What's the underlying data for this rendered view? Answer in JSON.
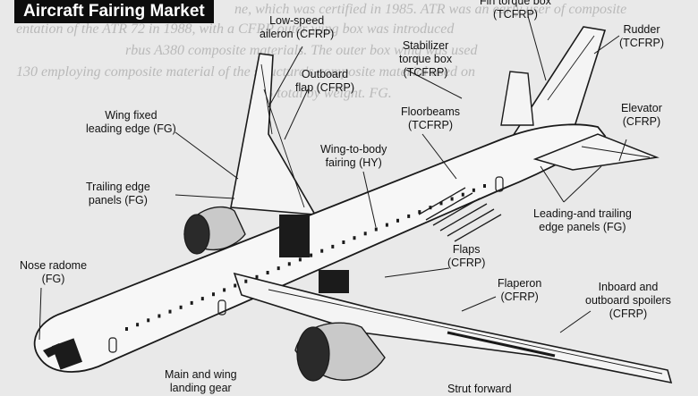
{
  "title": "Aircraft Fairing Market",
  "labels": {
    "low_speed_aileron": [
      "Low-speed",
      "aileron (CFRP)"
    ],
    "fin_torque_box": [
      "Fin torque box",
      "(TCFRP)"
    ],
    "rudder": [
      "Rudder",
      "(TCFRP)"
    ],
    "outboard_flap": [
      "Outboard",
      "flap (CFRP)"
    ],
    "stabilizer_torque_box": [
      "Stabilizer",
      "torque box",
      "(TCFRP)"
    ],
    "wing_fixed_leading_edge": [
      "Wing fixed",
      "leading edge (FG)"
    ],
    "floorbeams": [
      "Floorbeams",
      "(TCFRP)"
    ],
    "elevator": [
      "Elevator",
      "(CFRP)"
    ],
    "wing_to_body_fairing": [
      "Wing-to-body",
      "fairing (HY)"
    ],
    "trailing_edge_panels": [
      "Trailing edge",
      "panels (FG)"
    ],
    "leading_trailing_edge_panels": [
      "Leading-and trailing",
      "edge panels (FG)"
    ],
    "flaps": [
      "Flaps",
      "(CFRP)"
    ],
    "nose_radome": [
      "Nose radome",
      "(FG)"
    ],
    "flaperon": [
      "Flaperon",
      "(CFRP)"
    ],
    "inboard_outboard_spoilers": [
      "Inboard and",
      "outboard spoilers",
      "(CFRP)"
    ],
    "main_wing_landing_gear": [
      "Main and wing",
      "landing gear"
    ],
    "strut_forward": [
      "Strut forward"
    ]
  },
  "background_text": [
    "ne, which was certified in 1985. ATR was an early user of composite",
    "entation of the ATR 72 in 1988, with a CFRP outer wing box was introduced",
    "rbus A380 composite materials. The outer box wing was used",
    "130 employing composite material of the structure's composite material used on",
    "% total by weight. FG."
  ],
  "colors": {
    "title_bg": "#0d0d0d",
    "title_fg": "#ffffff",
    "page_bg": "#e9e9e9",
    "line": "#1a1a1a",
    "dark_part": "#1b1b1b",
    "faint_text": "#b9b9b9"
  }
}
